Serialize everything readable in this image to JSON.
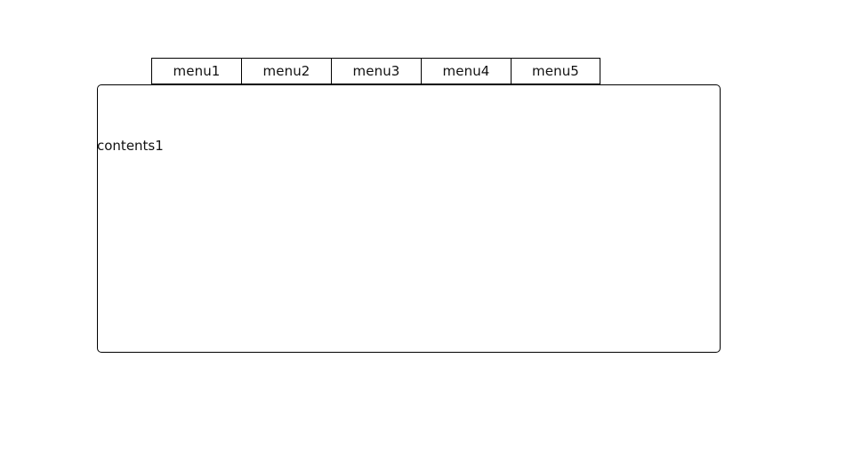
{
  "page": {
    "background_color": "#ffffff",
    "border_color": "#000000",
    "text_color": "#111111"
  },
  "tabs": {
    "selected_index": 0,
    "items": [
      {
        "label": "menu1"
      },
      {
        "label": "menu2"
      },
      {
        "label": "menu3"
      },
      {
        "label": "menu4"
      },
      {
        "label": "menu5"
      }
    ]
  },
  "panel": {
    "content_text": "contents1"
  }
}
